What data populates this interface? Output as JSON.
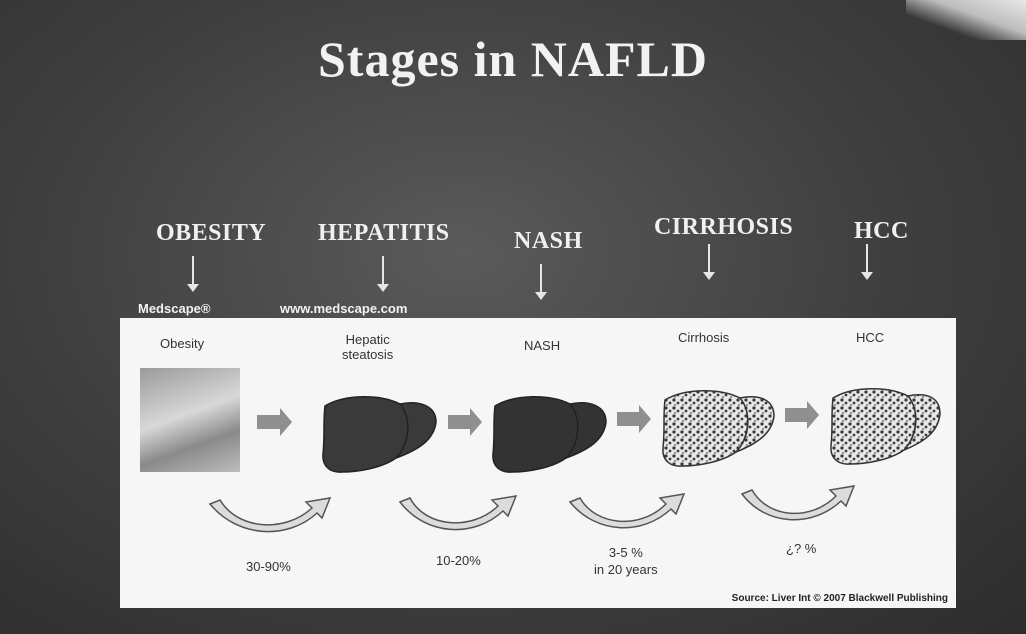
{
  "slide": {
    "title": "Stages in NAFLD",
    "stages": [
      {
        "label": "OBESITY"
      },
      {
        "label": "HEPATITIS"
      },
      {
        "label": "NASH"
      },
      {
        "label": "CIRRHOSIS"
      },
      {
        "label": "HCC"
      }
    ],
    "medscape_logo": "Medscape®",
    "medscape_url": "www.medscape.com"
  },
  "figure": {
    "panel_labels": [
      "Obesity",
      "Hepatic\nsteatosis",
      "NASH",
      "Cirrhosis",
      "HCC"
    ],
    "percentages": [
      "30-90%",
      "10-20%",
      "3-5 %\nin 20 years",
      "¿? %"
    ],
    "source": "Source: Liver Int © 2007 Blackwell Publishing"
  },
  "colors": {
    "slide_background": "#3e3e3e",
    "title_text": "#f2f2f2",
    "panel_background": "#f6f6f6",
    "liver_fill": "#3a3a3a",
    "arrow_fill": "#9a9a9a"
  }
}
